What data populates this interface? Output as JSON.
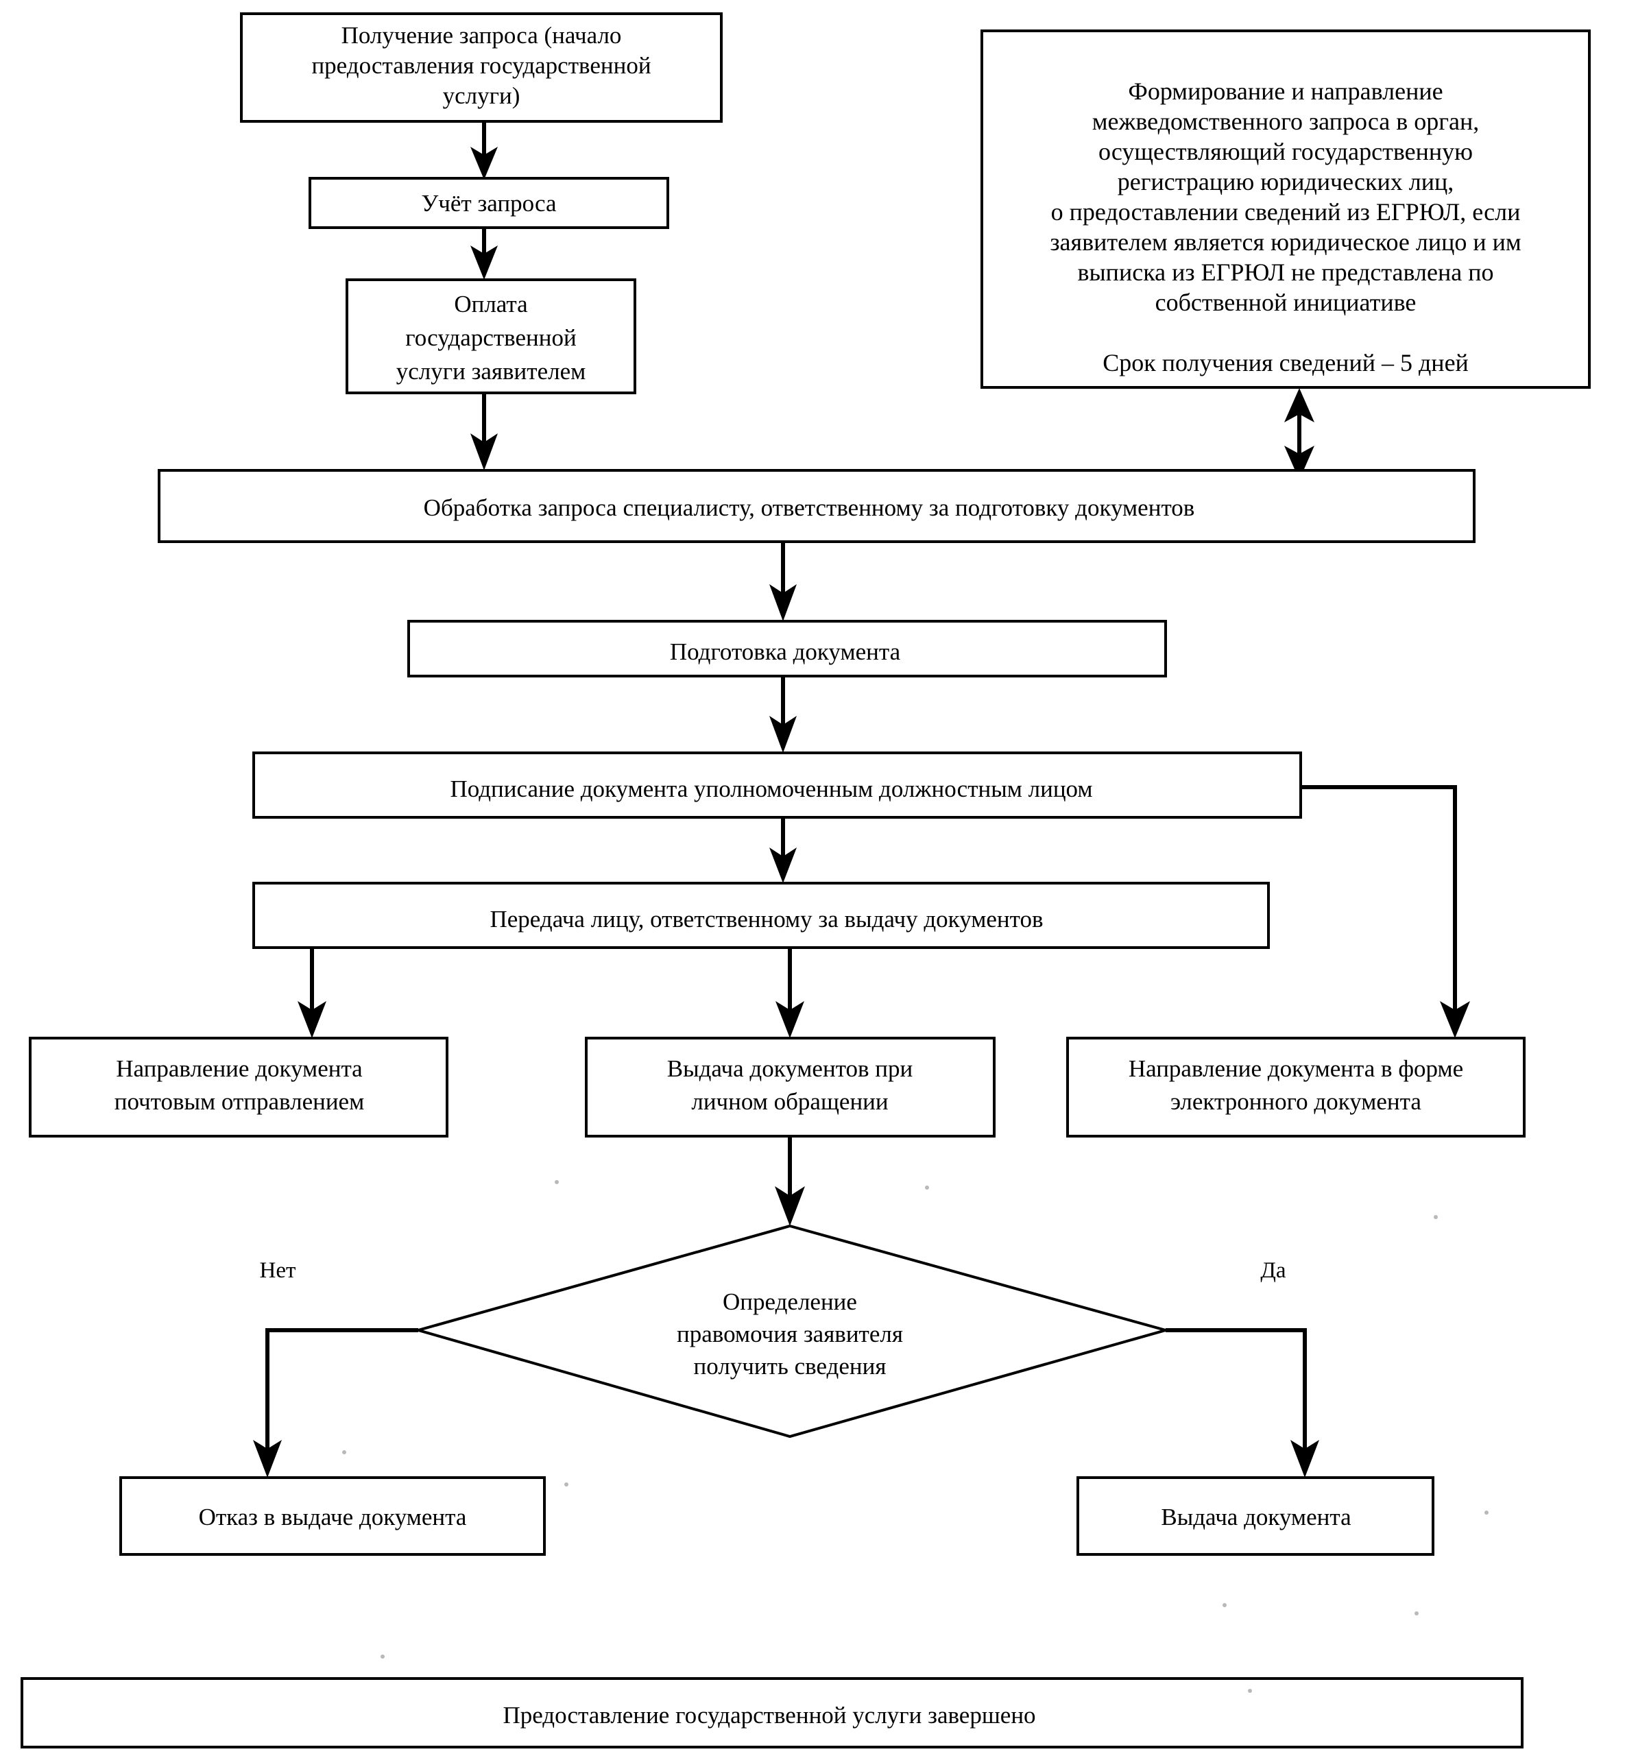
{
  "diagram": {
    "type": "flowchart",
    "title": "Блок-схема предоставления государственной услуги",
    "language": "ru",
    "colors": {
      "background": "#ffffff",
      "stroke": "#000000",
      "text": "#000000",
      "box_fill": "#ffffff"
    }
  },
  "nodes": {
    "start": {
      "shape": "rectangle",
      "lines": [
        "Получение запроса (начало",
        "предоставления государственной",
        "услуги)"
      ]
    },
    "register": {
      "shape": "rectangle",
      "lines": [
        "Учёт запроса"
      ]
    },
    "payment": {
      "shape": "rectangle",
      "lines": [
        "Оплата",
        "государственной",
        "услуги заявителем"
      ]
    },
    "interagency": {
      "shape": "rectangle",
      "lines": [
        "Формирование и направление",
        "межведомственного запроса в орган,",
        "осуществляющий государственную",
        "регистрацию юридических лиц,",
        "о предоставлении сведений из ЕГРЮЛ, если",
        "заявителем является юридическое лицо и им",
        "выписка из ЕГРЮЛ не представлена по",
        "собственной инициативе"
      ],
      "note": "Срок получения сведений – 5 дней"
    },
    "processing": {
      "shape": "rectangle",
      "lines": [
        "Обработка запроса специалисту, ответственному за подготовку документов"
      ]
    },
    "prepare": {
      "shape": "rectangle",
      "lines": [
        "Подготовка документа"
      ]
    },
    "sign": {
      "shape": "rectangle",
      "lines": [
        "Подписание документа уполномоченным должностным лицом"
      ]
    },
    "handover": {
      "shape": "rectangle",
      "lines": [
        "Передача лицу, ответственному за выдачу документов"
      ]
    },
    "by_post": {
      "shape": "rectangle",
      "lines": [
        "Направление документа",
        "почтовым отправлением"
      ]
    },
    "in_person": {
      "shape": "rectangle",
      "lines": [
        "Выдача документов при",
        "личном обращении"
      ]
    },
    "electronic": {
      "shape": "rectangle",
      "lines": [
        "Направление документа в форме",
        "электронного документа"
      ]
    },
    "decision": {
      "shape": "diamond",
      "lines": [
        "Определение",
        "правомочия заявителя",
        "получить сведения"
      ]
    },
    "refuse": {
      "shape": "rectangle",
      "lines": [
        "Отказ в выдаче документа"
      ]
    },
    "issue": {
      "shape": "rectangle",
      "lines": [
        "Выдача документа"
      ]
    },
    "finish": {
      "shape": "rectangle",
      "lines": [
        "Предоставление государственной услуги завершено"
      ]
    }
  },
  "branch_labels": {
    "no": "Нет",
    "yes": "Да"
  },
  "edges": [
    {
      "from": "start",
      "to": "register",
      "kind": "arrow-down"
    },
    {
      "from": "register",
      "to": "payment",
      "kind": "arrow-down"
    },
    {
      "from": "payment",
      "to": "processing",
      "kind": "arrow-down"
    },
    {
      "from": "interagency",
      "to": "processing",
      "kind": "double-arrow-vertical"
    },
    {
      "from": "processing",
      "to": "prepare",
      "kind": "arrow-down"
    },
    {
      "from": "prepare",
      "to": "sign",
      "kind": "arrow-down"
    },
    {
      "from": "sign",
      "to": "handover",
      "kind": "arrow-down"
    },
    {
      "from": "sign",
      "to": "electronic",
      "kind": "elbow-right-down"
    },
    {
      "from": "handover",
      "to": "by_post",
      "kind": "elbow-left-down"
    },
    {
      "from": "handover",
      "to": "in_person",
      "kind": "arrow-down"
    },
    {
      "from": "in_person",
      "to": "decision",
      "kind": "arrow-down"
    },
    {
      "from": "decision",
      "to": "refuse",
      "kind": "elbow-left-down",
      "label": "Нет"
    },
    {
      "from": "decision",
      "to": "issue",
      "kind": "elbow-right-down",
      "label": "Да"
    }
  ]
}
